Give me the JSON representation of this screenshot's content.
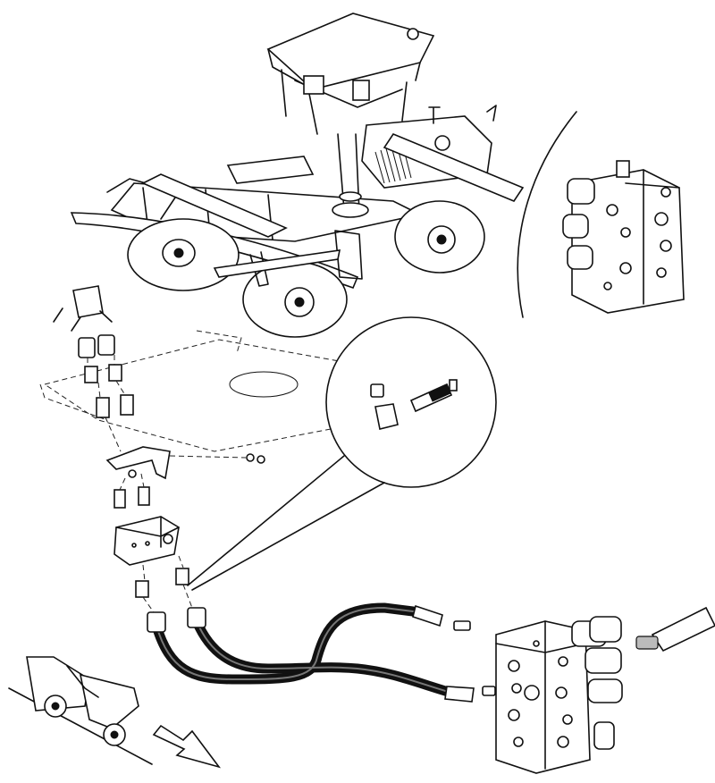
{
  "diagram": {
    "components": {
      "vehicle": "grader-vehicle",
      "valve_inset": "control-valve-inset",
      "detail_circle": "fitting-detail-circle",
      "manifold": "main-control-valve",
      "hoses": "hydraulic-hose-pair",
      "slope_icon": "slope-direction-icon"
    },
    "colors": {
      "line": "#111111",
      "background": "#ffffff",
      "hose": "#111111"
    }
  }
}
